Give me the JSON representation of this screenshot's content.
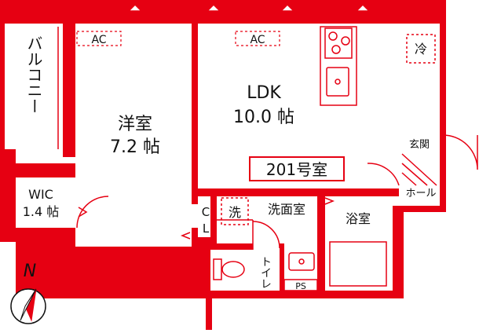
{
  "unit_number": "201号室",
  "rooms": {
    "ldk": {
      "name": "LDK",
      "size": "10.0 帖"
    },
    "western": {
      "name": "洋室",
      "size": "7.2 帖"
    },
    "wic": {
      "name": "WIC",
      "size": "1.4 帖"
    },
    "balcony": {
      "name": "バルコニー"
    },
    "washroom": {
      "name": "洗面室"
    },
    "bath": {
      "name": "浴室"
    },
    "toilet": {
      "name": "トイレ"
    },
    "entrance": {
      "name": "玄関"
    },
    "hall": {
      "name": "ホール"
    },
    "closet": {
      "name": "CL"
    }
  },
  "fixtures": {
    "ac_western": "AC",
    "ac_ldk": "AC",
    "fridge": "冷",
    "washer": "洗",
    "pipe_space": "PS"
  },
  "compass": {
    "label": "N"
  },
  "colors": {
    "wall": "#e60012",
    "line": "#e60012",
    "text": "#111111",
    "background": "#ffffff"
  }
}
